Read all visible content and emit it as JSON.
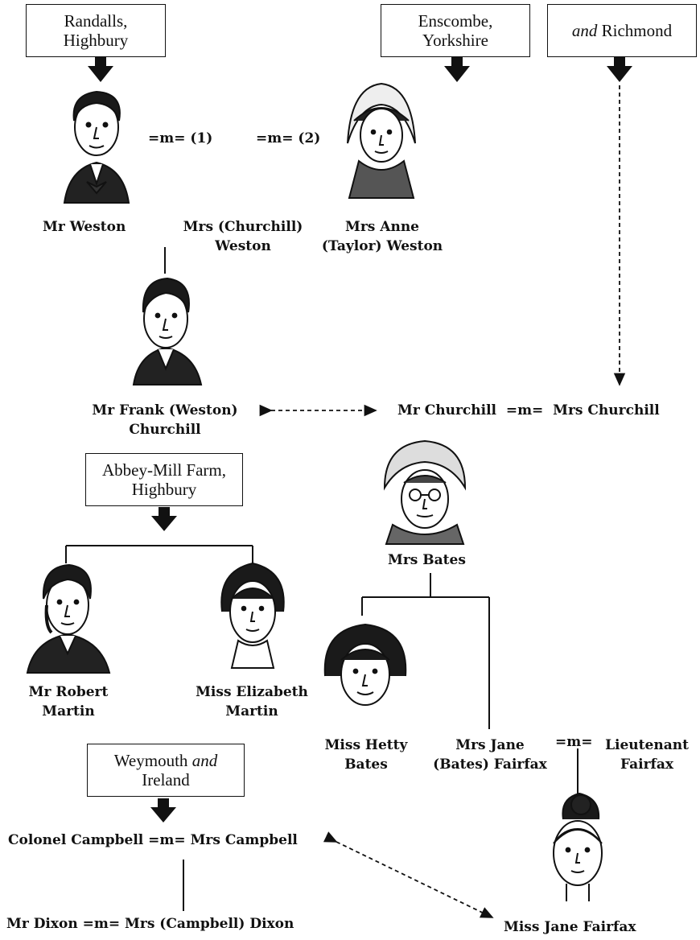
{
  "places": {
    "randalls": {
      "line1": "Randalls,",
      "line2": "Highbury"
    },
    "enscombe": {
      "line1": "Enscombe,",
      "line2": "Yorkshire"
    },
    "richmond": {
      "italic": "and",
      "rest": " Richmond"
    },
    "abbey": {
      "line1": "Abbey-Mill Farm,",
      "line2": "Highbury"
    },
    "weymouth": {
      "line1a": "Weymouth ",
      "line1b": "and",
      "line2": "Ireland"
    }
  },
  "marriage_marks": {
    "weston_first": "=m= (1)",
    "weston_second": "=m= (2)",
    "fairfax": "=m="
  },
  "people": {
    "mr_weston": "Mr Weston",
    "mrs_churchill_weston": {
      "line1": "Mrs (Churchill)",
      "line2": "Weston"
    },
    "mrs_anne": {
      "line1": "Mrs Anne",
      "line2": "(Taylor) Weston"
    },
    "frank": {
      "line1": "Mr Frank (Weston)",
      "line2": "Churchill"
    },
    "churchills": "Mr Churchill  =m=  Mrs Churchill",
    "mrs_bates": "Mrs Bates",
    "robert": {
      "line1": "Mr Robert",
      "line2": "Martin"
    },
    "elizabeth": {
      "line1": "Miss Elizabeth",
      "line2": "Martin"
    },
    "hetty": {
      "line1": "Miss Hetty",
      "line2": "Bates"
    },
    "jane_bates": {
      "line1": "Mrs Jane",
      "line2": "(Bates) Fairfax"
    },
    "lieutenant": {
      "line1": "Lieutenant",
      "line2": "Fairfax"
    },
    "campbells": "Colonel Campbell =m= Mrs Campbell",
    "dixons": "Mr Dixon =m= Mrs (Campbell) Dixon",
    "jane_fairfax": "Miss Jane Fairfax"
  }
}
